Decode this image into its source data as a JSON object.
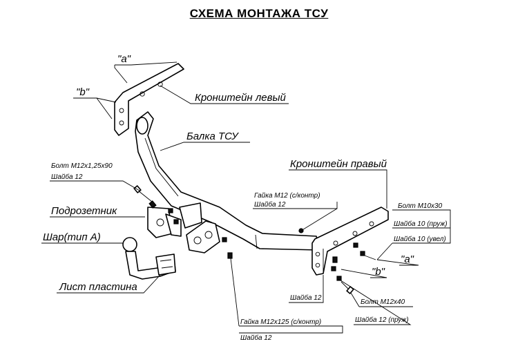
{
  "title": "СХЕМА МОНТАЖА ТСУ",
  "labels": {
    "a_top": "\"а\"",
    "b_top": "\"b\"",
    "bracket_left": "Кронштейн левый",
    "beam": "Балка ТСУ",
    "bracket_right": "Кронштейн правый",
    "bolt_m12x125x90": "Болт М12х1,25х90",
    "washer12_left": "Шайба 12",
    "nut_m12": "Гайка М12 (с/контр)",
    "washer12_mid": "Шайба 12",
    "socket_holder": "Подрозетник",
    "ball": "Шар(тип А)",
    "plate": "Лист пластина",
    "bolt_m10x30": "Болт М10х30",
    "washer10_spring": "Шайба 10 (пруж)",
    "washer10_wide": "Шайба 10 (увел)",
    "a_bottom": "\"а\"",
    "b_bottom": "\"b\"",
    "washer12_bottom": "Шайба 12",
    "bolt_m12x40": "Болт М12х40",
    "nut_m12x125": "Гайка М12х125 (с/контр)",
    "washer12_lower": "Шайба 12",
    "washer12_spring": "Шайба 12 (пруж)"
  }
}
